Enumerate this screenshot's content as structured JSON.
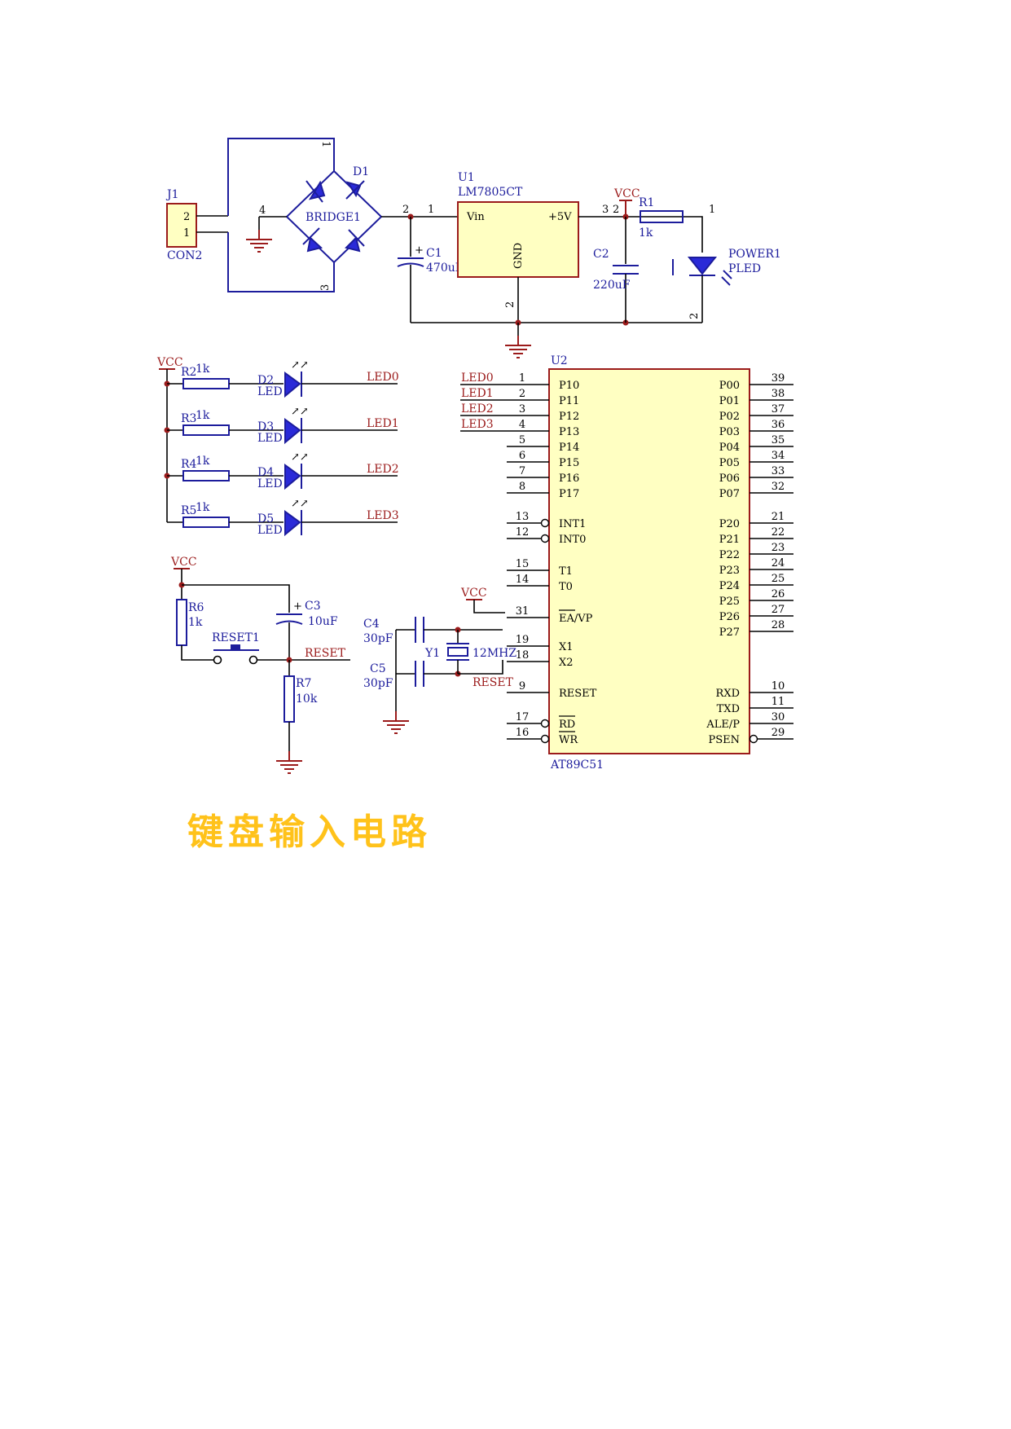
{
  "caption": "键盘输入电路",
  "power": {
    "j1": "J1",
    "j1_type": "CON2",
    "j1_pin_top": "2",
    "j1_pin_bottom": "1",
    "bridge_ref": "D1",
    "bridge_name": "BRIDGE1",
    "bridge_pins": {
      "p1": "1",
      "p2": "2",
      "p3": "3",
      "p4": "4"
    },
    "c1": "C1",
    "c1_value": "470uF",
    "c1_plus": "+",
    "u1": "U1",
    "u1_type": "LM7805CT",
    "u1_vin": "Vin",
    "u1_out": "+5V",
    "u1_gnd": "GND",
    "u1_pin_in": "1",
    "u1_pin_out": "3",
    "u1_pin_gnd": "2",
    "c2": "C2",
    "c2_value": "220uF",
    "c2_pin": "2",
    "vcc": "VCC",
    "r1": "R1",
    "r1_value": "1k",
    "led_ref": "POWER1",
    "led_type": "PLED",
    "led_pin1": "1",
    "led_pin2": "2"
  },
  "leds": {
    "vcc": "VCC",
    "rows": [
      {
        "r": "R2",
        "rv": "1k",
        "d": "D2",
        "dt": "LED",
        "net": "LED0"
      },
      {
        "r": "R3",
        "rv": "1k",
        "d": "D3",
        "dt": "LED",
        "net": "LED1"
      },
      {
        "r": "R4",
        "rv": "1k",
        "d": "D4",
        "dt": "LED",
        "net": "LED2"
      },
      {
        "r": "R5",
        "rv": "1k",
        "d": "D5",
        "dt": "LED",
        "net": "LED3"
      }
    ]
  },
  "reset": {
    "vcc": "VCC",
    "r6": "R6",
    "r6_value": "1k",
    "c3": "C3",
    "c3_value": "10uF",
    "c3_plus": "+",
    "switch": "RESET1",
    "net": "RESET",
    "r7": "R7",
    "r7_value": "10k"
  },
  "crystal": {
    "c4": "C4",
    "c4_value": "30pF",
    "c5": "C5",
    "c5_value": "30pF",
    "y1": "Y1",
    "y1_value": "12MHZ",
    "vcc": "VCC",
    "reset_net": "RESET"
  },
  "mcu": {
    "ref": "U2",
    "type": "AT89C51",
    "left_pins": [
      {
        "num": "1",
        "name": "P10",
        "net": "LED0"
      },
      {
        "num": "2",
        "name": "P11",
        "net": "LED1"
      },
      {
        "num": "3",
        "name": "P12",
        "net": "LED2"
      },
      {
        "num": "4",
        "name": "P13",
        "net": "LED3"
      },
      {
        "num": "5",
        "name": "P14",
        "net": ""
      },
      {
        "num": "6",
        "name": "P15",
        "net": ""
      },
      {
        "num": "7",
        "name": "P16",
        "net": ""
      },
      {
        "num": "8",
        "name": "P17",
        "net": ""
      },
      {
        "num": "13",
        "name": "INT1",
        "net": ""
      },
      {
        "num": "12",
        "name": "INT0",
        "net": ""
      },
      {
        "num": "15",
        "name": "T1",
        "net": ""
      },
      {
        "num": "14",
        "name": "T0",
        "net": ""
      },
      {
        "num": "31",
        "name": "EA/VP",
        "net": ""
      },
      {
        "num": "19",
        "name": "X1",
        "net": ""
      },
      {
        "num": "18",
        "name": "X2",
        "net": ""
      },
      {
        "num": "9",
        "name": "RESET",
        "net": ""
      },
      {
        "num": "17",
        "name": "RD",
        "net": ""
      },
      {
        "num": "16",
        "name": "WR",
        "net": ""
      }
    ],
    "right_pins": [
      {
        "num": "39",
        "name": "P00"
      },
      {
        "num": "38",
        "name": "P01"
      },
      {
        "num": "37",
        "name": "P02"
      },
      {
        "num": "36",
        "name": "P03"
      },
      {
        "num": "35",
        "name": "P04"
      },
      {
        "num": "34",
        "name": "P05"
      },
      {
        "num": "33",
        "name": "P06"
      },
      {
        "num": "32",
        "name": "P07"
      },
      {
        "num": "21",
        "name": "P20"
      },
      {
        "num": "22",
        "name": "P21"
      },
      {
        "num": "23",
        "name": "P22"
      },
      {
        "num": "24",
        "name": "P23"
      },
      {
        "num": "25",
        "name": "P24"
      },
      {
        "num": "26",
        "name": "P25"
      },
      {
        "num": "27",
        "name": "P26"
      },
      {
        "num": "28",
        "name": "P27"
      },
      {
        "num": "10",
        "name": "RXD"
      },
      {
        "num": "11",
        "name": "TXD"
      },
      {
        "num": "30",
        "name": "ALE/P"
      },
      {
        "num": "29",
        "name": "PSEN"
      }
    ]
  }
}
